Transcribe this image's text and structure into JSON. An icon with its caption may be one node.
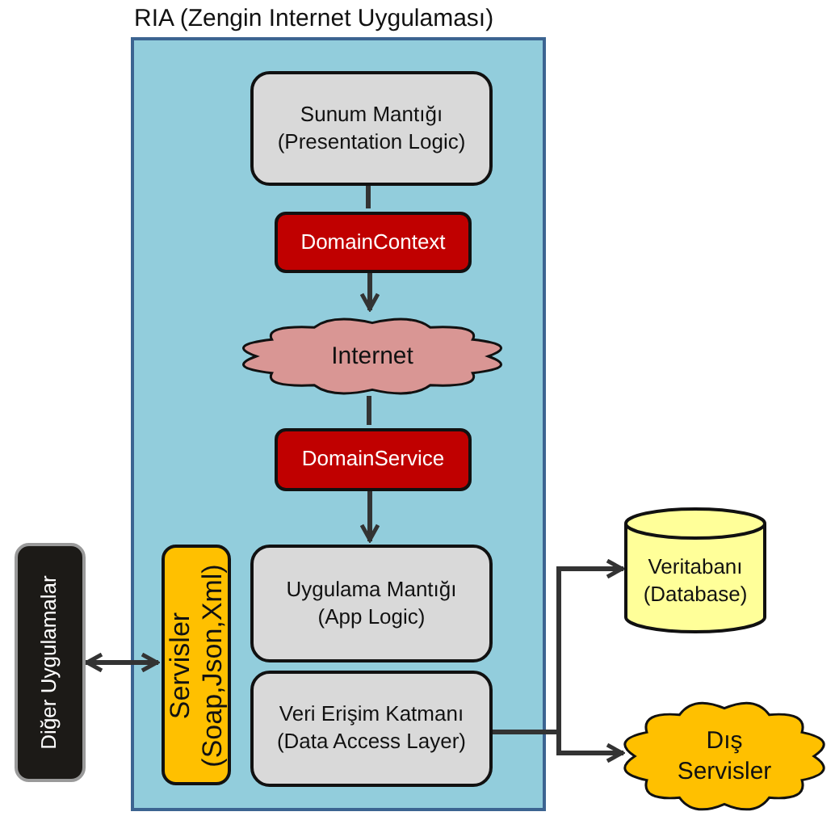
{
  "diagram": {
    "nodes": [
      {
        "text": [
          "RIA (Zengin Internet Uygulaması)"
        ]
      },
      {
        "text": [
          "Sunum Mantığı (Presentation Logic)"
        ],
        "in": 0
      },
      {
        "text": [
          "DomainContext"
        ],
        "in": 0
      },
      {
        "text": [
          "Internet"
        ],
        "in": 0
      },
      {
        "text": [
          "DomainService"
        ],
        "in": 0
      },
      {
        "text": [
          "Servisler (Soap,Json,Xml)"
        ],
        "in": 0
      },
      {
        "text": [
          "Uygulama Mantığı (App Logic)"
        ],
        "in": 0
      },
      {
        "text": [
          "Veri Erişim Katmanı (Data Access Layer)"
        ],
        "in": 0
      },
      {
        "text": [
          "Diğer Uygulamalar"
        ]
      },
      {
        "text": [
          "Veritabanı (Database)"
        ]
      },
      {
        "text": [
          "Dış Servisler"
        ]
      }
    ],
    "edges": [
      {
        "from": 1,
        "to": 2,
        "arrow": "none"
      },
      {
        "from": 2,
        "to": 3,
        "arrow": "to"
      },
      {
        "from": 3,
        "to": 4,
        "arrow": "none"
      },
      {
        "from": 4,
        "to": 6,
        "arrow": "to"
      },
      {
        "from": 8,
        "to": 5,
        "arrow": "both"
      },
      {
        "from": 7,
        "to": 9,
        "arrow": "to"
      },
      {
        "from": 7,
        "to": 10,
        "arrow": "to"
      }
    ]
  }
}
